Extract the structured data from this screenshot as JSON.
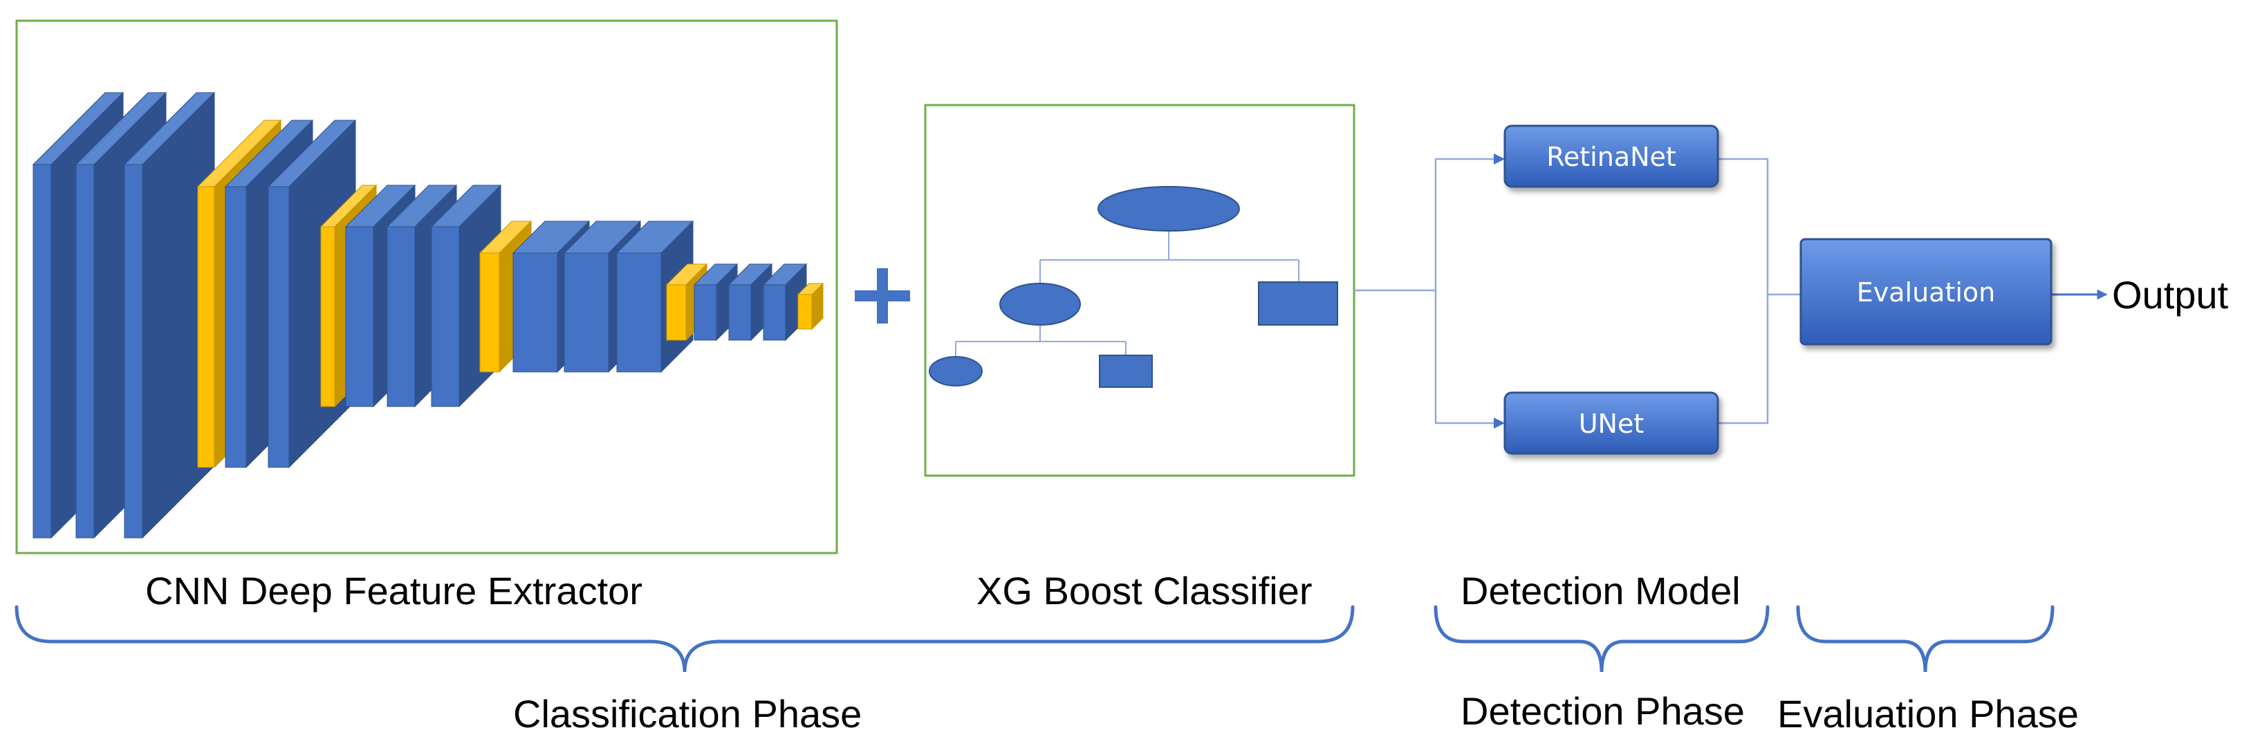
{
  "colors": {
    "layer_front": "#4472C4",
    "layer_top": "#5B86D0",
    "layer_side": "#2F528F",
    "pool_front": "#FFC000",
    "pool_top": "#FFD044",
    "pool_side": "#C99700",
    "frame": "#70AD47",
    "connector": "#8FAADC",
    "brace": "#4472C4",
    "box_grad_top": "#6E9BE8",
    "box_grad_bottom": "#2E5CB8"
  },
  "labels": {
    "cnn": "CNN Deep Feature Extractor",
    "xgb": "XG Boost Classifier",
    "detection_model": "Detection Model",
    "classification_phase": "Classification Phase",
    "detection_phase": "Detection Phase",
    "evaluation_phase": "Evaluation Phase",
    "output": "Output",
    "plus": "+"
  },
  "models": {
    "retinanet": "RetinaNet",
    "unet": "UNet",
    "evaluation": "Evaluation"
  },
  "icons": {
    "plus": "plus-icon",
    "tree": "decision-tree-icon",
    "arrow": "arrow-right-icon"
  }
}
